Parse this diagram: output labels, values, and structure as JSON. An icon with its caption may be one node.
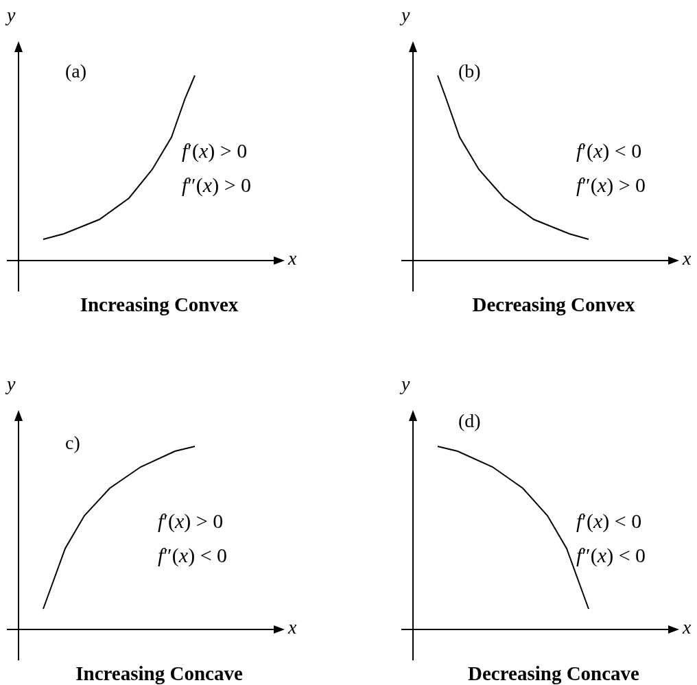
{
  "diagram": {
    "labels": [
      "y",
      "(a)",
      "*f*′(*x*) > 0",
      "*f*″(*x*) > 0",
      "x",
      "Increasing Convex",
      "y",
      "(b)",
      "*f*′(*x*) < 0",
      "*f*″(*x*) > 0",
      "x",
      "Decreasing Convex",
      "y",
      "c)",
      "*f*′(*x*) > 0",
      "*f*″(*x*) < 0",
      "x",
      "Increasing Concave",
      "y",
      "(d)",
      "*f*′(*x*) < 0",
      "*f*″(*x*) < 0",
      "x",
      "Decreasing Concave"
    ]
  }
}
